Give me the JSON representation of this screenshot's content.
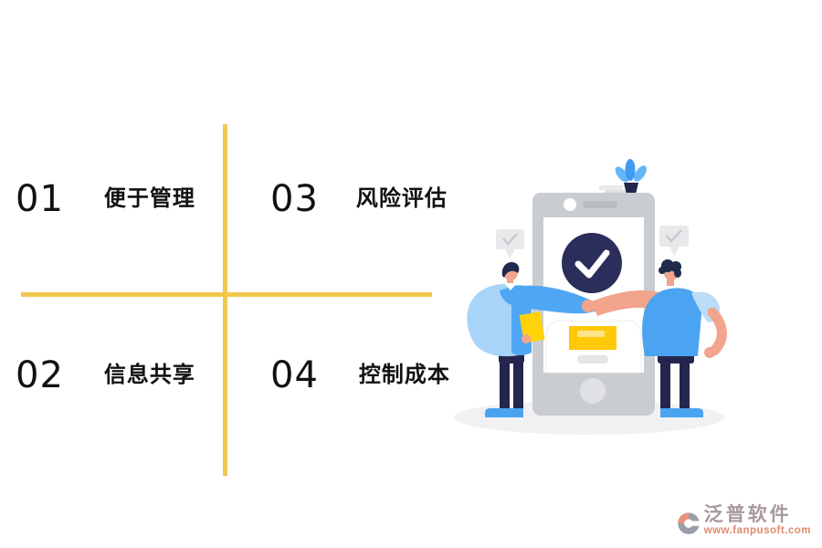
{
  "features": [
    {
      "number": "01",
      "label": "便于管理"
    },
    {
      "number": "02",
      "label": "信息共享"
    },
    {
      "number": "03",
      "label": "风险评估"
    },
    {
      "number": "04",
      "label": "控制成本"
    }
  ],
  "watermark": {
    "brand": "泛普软件",
    "url": "www.fanpusoft.com"
  },
  "illustration": {
    "icons": {
      "check_circle": "check-circle-icon",
      "speech_bubble_left": "speech-bubble-check-icon",
      "speech_bubble_right": "speech-bubble-check-icon",
      "plant": "potted-plant-icon",
      "phone": "smartphone-icon"
    }
  },
  "colors": {
    "divider": "#F1C84C",
    "text": "#111111",
    "navy": "#2B2D5B",
    "pants_navy": "#23264F",
    "blue": "#4BA4F2",
    "light_blue": "#A7D4F8",
    "sleeve_blue": "#BBDDFA",
    "skin": "#F2A48C",
    "accent_yellow": "#FFC808",
    "folder_yellow": "#FFD20A",
    "phone_gray": "#C9CCD0",
    "bubble_gray": "#E9E9EC",
    "brand_text": "#A8999C",
    "brand_url": "#E08A70"
  }
}
